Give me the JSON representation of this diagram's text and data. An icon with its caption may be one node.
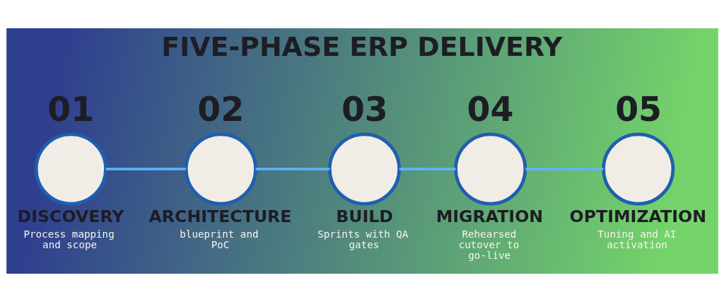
{
  "diagram": {
    "title": "FIVE-PHASE ERP DELIVERY",
    "nodes": [
      {
        "text": [
          "01",
          "DISCOVERY",
          "Process mapping and scope"
        ]
      },
      {
        "text": [
          "02",
          "ARCHITECTURE",
          "blueprint and PoC"
        ]
      },
      {
        "text": [
          "03",
          "BUILD",
          "Sprints with QA gates"
        ]
      },
      {
        "text": [
          "04",
          "MIGRATION",
          "Rehearsed cutover to go-live"
        ]
      },
      {
        "text": [
          "05",
          "OPTIMIZATION",
          "Tuning and AI activation"
        ]
      }
    ],
    "edges": [
      {
        "from": 0,
        "to": 1,
        "arrow": "none"
      },
      {
        "from": 1,
        "to": 2,
        "arrow": "none"
      },
      {
        "from": 2,
        "to": 3,
        "arrow": "none"
      },
      {
        "from": 3,
        "to": 4,
        "arrow": "none"
      }
    ]
  }
}
